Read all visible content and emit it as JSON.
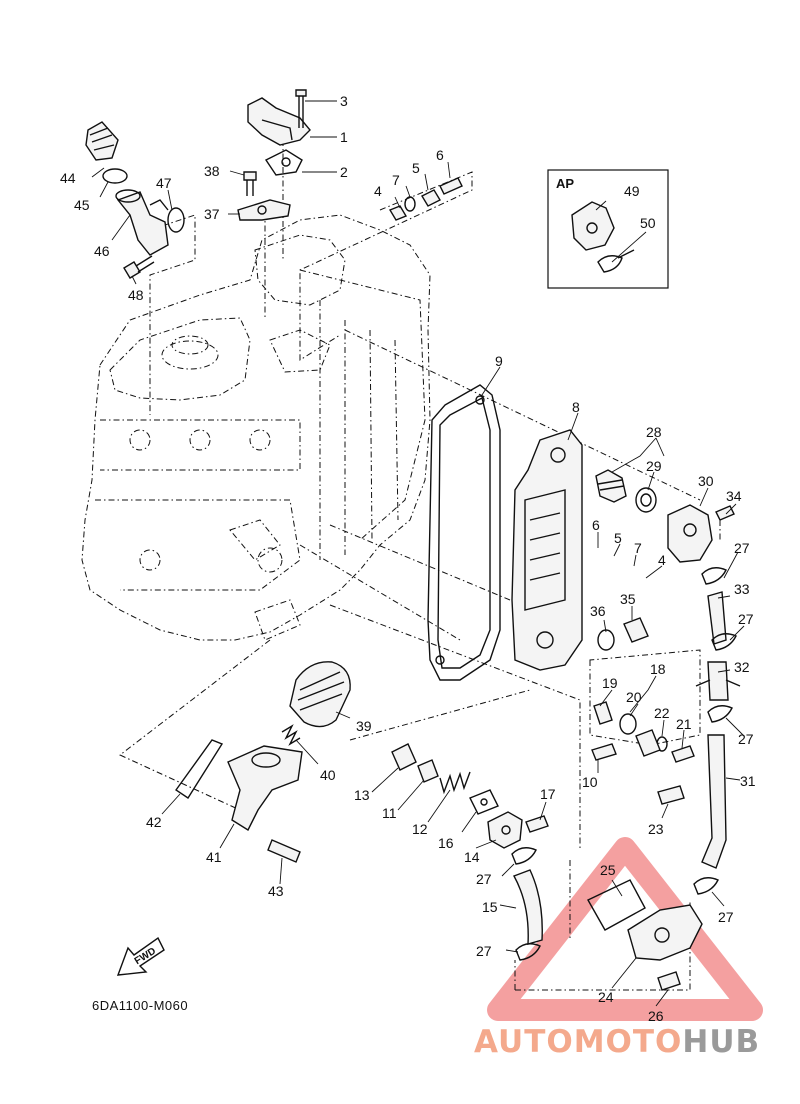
{
  "diagram_code": "6DA1100-M060",
  "ap_box_label": "AP",
  "fwd_label": "FWD",
  "watermark": {
    "part1": "AUTOMOTO",
    "part2": "HUB",
    "color1": "#f4a98c",
    "color2": "#9a9a9a",
    "triangle_color": "#f08080"
  },
  "callouts": [
    "1",
    "2",
    "3",
    "4",
    "5",
    "6",
    "7",
    "8",
    "9",
    "10",
    "11",
    "12",
    "13",
    "14",
    "15",
    "16",
    "17",
    "18",
    "19",
    "20",
    "21",
    "22",
    "23",
    "24",
    "25",
    "26",
    "27",
    "28",
    "29",
    "30",
    "31",
    "32",
    "33",
    "34",
    "35",
    "36",
    "37",
    "38",
    "39",
    "40",
    "41",
    "42",
    "43",
    "44",
    "45",
    "46",
    "47",
    "48",
    "49",
    "50"
  ],
  "repeat_callouts": [
    "4",
    "5",
    "6",
    "7",
    "27"
  ]
}
